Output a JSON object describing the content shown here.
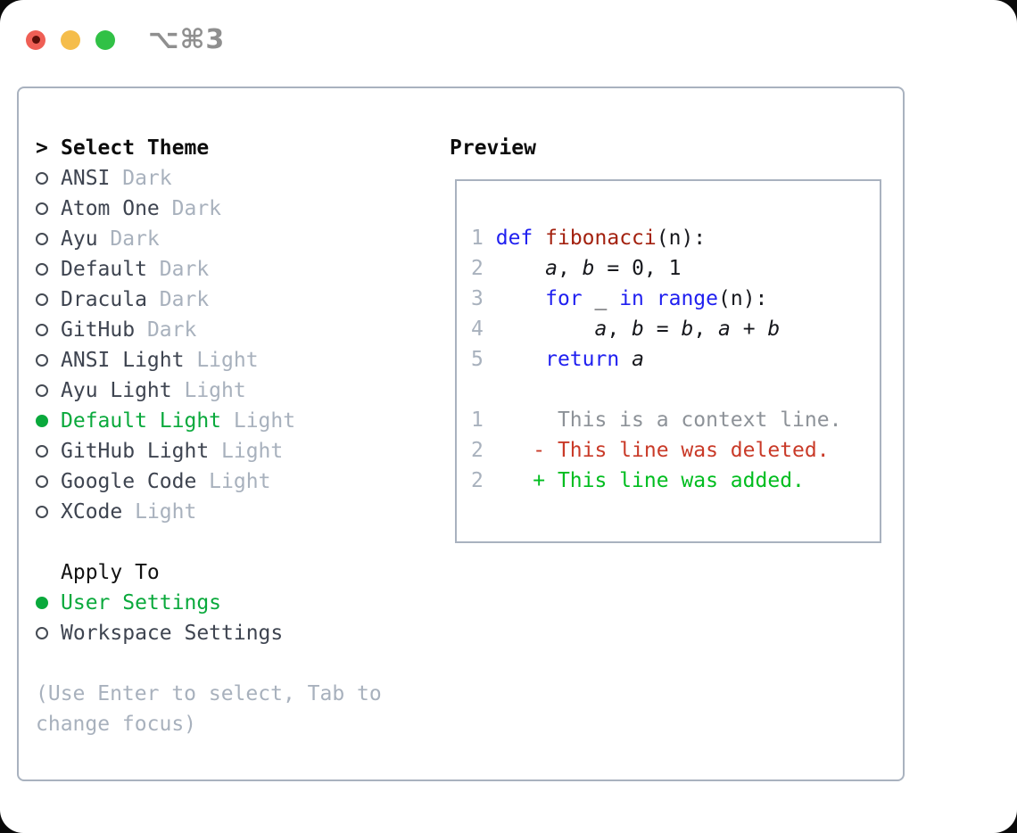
{
  "window": {
    "titlebar": {
      "shortcut_label": "⌥⌘3",
      "traffic_lights": [
        {
          "name": "close",
          "color": "#ef5f55",
          "unsaved_dot": true
        },
        {
          "name": "minimize",
          "color": "#f5bd4b"
        },
        {
          "name": "zoom",
          "color": "#31c146"
        }
      ]
    }
  },
  "theme_list": {
    "prompt": ">",
    "title": "Select Theme",
    "items": [
      {
        "name": "ANSI",
        "tag": "Dark",
        "selected": false
      },
      {
        "name": "Atom One",
        "tag": "Dark",
        "selected": false
      },
      {
        "name": "Ayu",
        "tag": "Dark",
        "selected": false
      },
      {
        "name": "Default",
        "tag": "Dark",
        "selected": false
      },
      {
        "name": "Dracula",
        "tag": "Dark",
        "selected": false
      },
      {
        "name": "GitHub",
        "tag": "Dark",
        "selected": false
      },
      {
        "name": "ANSI Light",
        "tag": "Light",
        "selected": false
      },
      {
        "name": "Ayu Light",
        "tag": "Light",
        "selected": false
      },
      {
        "name": "Default Light",
        "tag": "Light",
        "selected": true
      },
      {
        "name": "GitHub Light",
        "tag": "Light",
        "selected": false
      },
      {
        "name": "Google Code",
        "tag": "Light",
        "selected": false
      },
      {
        "name": "XCode",
        "tag": "Light",
        "selected": false
      }
    ]
  },
  "apply_to": {
    "title": "Apply To",
    "options": [
      {
        "name": "User Settings",
        "selected": true
      },
      {
        "name": "Workspace Settings",
        "selected": false
      }
    ]
  },
  "hint_lines": [
    "(Use Enter to select, Tab to",
    "change focus)"
  ],
  "preview": {
    "title": "Preview",
    "lines": [
      {
        "kind": "code",
        "num": "1",
        "segments": [
          {
            "t": " ",
            "c": "p"
          },
          {
            "t": "def",
            "c": "kw"
          },
          {
            "t": " ",
            "c": "p"
          },
          {
            "t": "fibonacci",
            "c": "fn"
          },
          {
            "t": "(n):",
            "c": "p"
          }
        ]
      },
      {
        "kind": "code",
        "num": "2",
        "segments": [
          {
            "t": "     ",
            "c": "p"
          },
          {
            "t": "a",
            "c": "va"
          },
          {
            "t": ", ",
            "c": "p"
          },
          {
            "t": "b",
            "c": "va"
          },
          {
            "t": " = 0, 1",
            "c": "p"
          }
        ]
      },
      {
        "kind": "code",
        "num": "3",
        "segments": [
          {
            "t": "     ",
            "c": "p"
          },
          {
            "t": "for",
            "c": "kw"
          },
          {
            "t": " _ ",
            "c": "p"
          },
          {
            "t": "in",
            "c": "kw"
          },
          {
            "t": " ",
            "c": "p"
          },
          {
            "t": "range",
            "c": "kw"
          },
          {
            "t": "(n):",
            "c": "p"
          }
        ]
      },
      {
        "kind": "code",
        "num": "4",
        "segments": [
          {
            "t": "         ",
            "c": "p"
          },
          {
            "t": "a",
            "c": "va"
          },
          {
            "t": ", ",
            "c": "p"
          },
          {
            "t": "b",
            "c": "va"
          },
          {
            "t": " = ",
            "c": "p"
          },
          {
            "t": "b",
            "c": "va"
          },
          {
            "t": ", ",
            "c": "p"
          },
          {
            "t": "a",
            "c": "va"
          },
          {
            "t": " + ",
            "c": "p"
          },
          {
            "t": "b",
            "c": "va"
          }
        ]
      },
      {
        "kind": "code",
        "num": "5",
        "segments": [
          {
            "t": "     ",
            "c": "p"
          },
          {
            "t": "return",
            "c": "kw"
          },
          {
            "t": " ",
            "c": "p"
          },
          {
            "t": "a",
            "c": "va"
          }
        ]
      },
      {
        "kind": "blank",
        "num": "",
        "segments": []
      },
      {
        "kind": "context",
        "num": "1",
        "segments": [
          {
            "t": "      This is a context line.",
            "c": "ctx"
          }
        ]
      },
      {
        "kind": "deleted",
        "num": "2",
        "segments": [
          {
            "t": "    ",
            "c": "p"
          },
          {
            "t": "- This line was deleted.",
            "c": "del"
          }
        ]
      },
      {
        "kind": "added",
        "num": "2",
        "segments": [
          {
            "t": "    ",
            "c": "p"
          },
          {
            "t": "+ This line was added.",
            "c": "add"
          }
        ]
      }
    ]
  },
  "colors": {
    "selection_green": "#0aa93c",
    "keyword_blue": "#1f1ff0",
    "function_red": "#a3210f",
    "deleted_red": "#c93a28",
    "added_green": "#00bd1f",
    "muted_gray": "#a8b1bd",
    "context_gray": "#8d9298",
    "text_dark": "#3e4450",
    "border_gray": "#a9b2bf",
    "traffic_red": "#ef5f55",
    "traffic_yellow": "#f5bd4b",
    "traffic_green": "#31c146"
  }
}
